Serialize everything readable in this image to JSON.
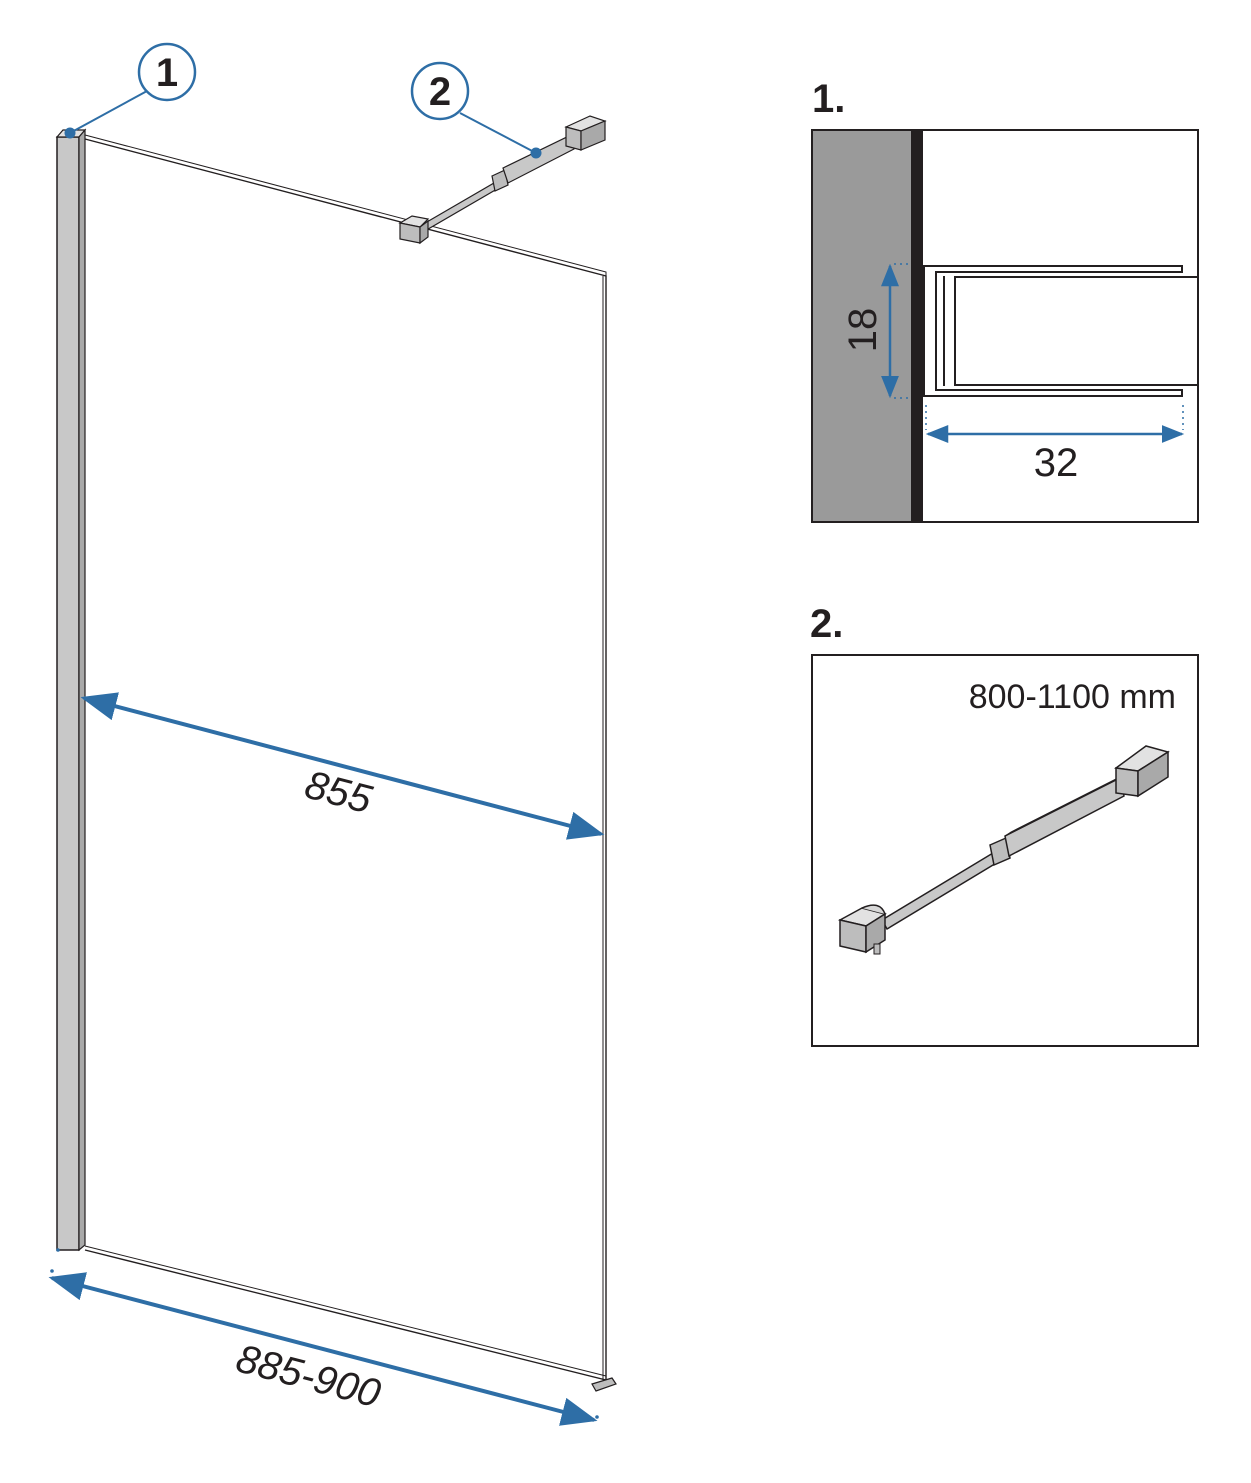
{
  "colors": {
    "accent": "#2e6ea6",
    "line": "#231f20",
    "metal": "#c8c8c8",
    "wall": "#9a9a9a"
  },
  "main": {
    "callout_1": "1",
    "callout_2": "2",
    "dim_width_inner": "855",
    "dim_width_total": "885-900"
  },
  "detail_1": {
    "title": "1.",
    "dim_height": "18",
    "dim_depth": "32"
  },
  "detail_2": {
    "title": "2.",
    "range": "800-1100 mm"
  }
}
